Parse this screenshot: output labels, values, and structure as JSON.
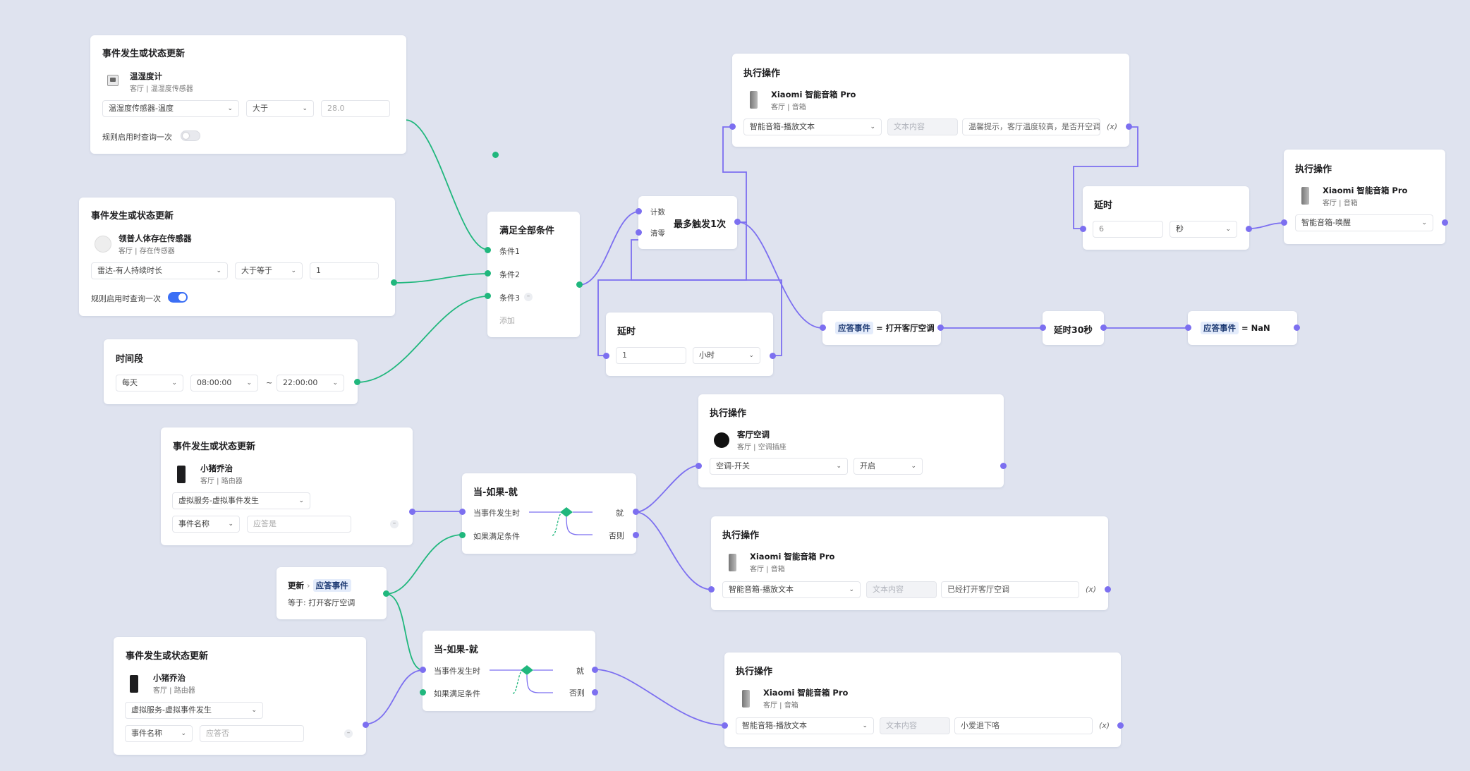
{
  "colors": {
    "background": "#dfe3ef",
    "wire_green": "#20b77d",
    "wire_purple": "#7c6ff0",
    "toggle_on": "#3b6ff5"
  },
  "n1": {
    "title": "事件发生或状态更新",
    "device": "温湿度计",
    "location": "客厅 | 温湿度传感器",
    "attr": "温湿度传感器-温度",
    "op": "大于",
    "value": "28.0",
    "query_label": "规则启用时查询一次"
  },
  "n2": {
    "title": "事件发生或状态更新",
    "device": "领普人体存在传感器",
    "location": "客厅 | 存在传感器",
    "attr": "雷达-有人持续时长",
    "op": "大于等于",
    "value": "1",
    "query_label": "规则启用时查询一次"
  },
  "n3": {
    "title": "时间段",
    "repeat": "每天",
    "start": "08:00:00",
    "sep": "~",
    "end": "22:00:00"
  },
  "n4": {
    "title": "满足全部条件",
    "cond1": "条件1",
    "cond2": "条件2",
    "cond3": "条件3",
    "add": "添加"
  },
  "n5": {
    "count": "计数",
    "clear": "清零",
    "label": "最多触发1次"
  },
  "n6": {
    "title": "延时",
    "value": "1",
    "unit": "小时"
  },
  "n7": {
    "title": "执行操作",
    "device": "Xiaomi 智能音箱 Pro",
    "location": "客厅 | 音箱",
    "action": "智能音箱-播放文本",
    "ph": "文本内容",
    "text": "温馨提示，客厅温度较高，是否开空调",
    "fx": "(x)"
  },
  "n8": {
    "title": "延时",
    "value": "6",
    "unit": "秒"
  },
  "n9": {
    "title": "执行操作",
    "device": "Xiaomi 智能音箱 Pro",
    "location": "客厅 | 音箱",
    "action": "智能音箱-唤醒"
  },
  "n10": {
    "tag": "应答事件",
    "text": "= 打开客厅空调"
  },
  "n11": {
    "label": "延时30秒"
  },
  "n12": {
    "tag": "应答事件",
    "text": "= NaN"
  },
  "n13": {
    "title": "事件发生或状态更新",
    "device": "小猪乔治",
    "location": "客厅 | 路由器",
    "event": "虚拟服务-虚拟事件发生",
    "param": "事件名称",
    "value": "应答是"
  },
  "n14": {
    "title": "当-如果-就",
    "when": "当事件发生时",
    "if": "如果满足条件",
    "then": "就",
    "else": "否则"
  },
  "n15": {
    "title": "执行操作",
    "device": "客厅空调",
    "location": "客厅 | 空调插座",
    "action": "空调-开关",
    "value": "开启"
  },
  "n16": {
    "title": "执行操作",
    "device": "Xiaomi 智能音箱 Pro",
    "location": "客厅 | 音箱",
    "action": "智能音箱-播放文本",
    "ph": "文本内容",
    "text": "已经打开客厅空调",
    "fx": "(x)"
  },
  "n17": {
    "update": "更新",
    "arrow": "›",
    "tag": "应答事件",
    "equals": "等于: 打开客厅空调"
  },
  "n18": {
    "title": "事件发生或状态更新",
    "device": "小猪乔治",
    "location": "客厅 | 路由器",
    "event": "虚拟服务-虚拟事件发生",
    "param": "事件名称",
    "value": "应答否"
  },
  "n19": {
    "title": "当-如果-就",
    "when": "当事件发生时",
    "if": "如果满足条件",
    "then": "就",
    "else": "否则"
  },
  "n20": {
    "title": "执行操作",
    "device": "Xiaomi 智能音箱 Pro",
    "location": "客厅 | 音箱",
    "action": "智能音箱-播放文本",
    "ph": "文本内容",
    "text": "小爱退下咯",
    "fx": "(x)"
  }
}
